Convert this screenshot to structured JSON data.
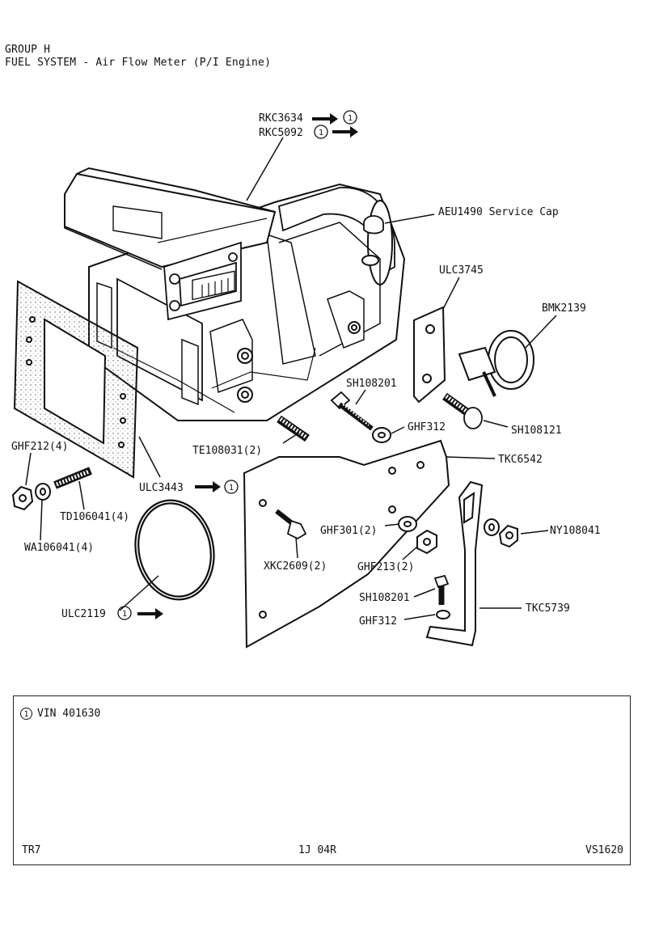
{
  "header": {
    "group": "GROUP H",
    "title": "FUEL SYSTEM - Air Flow Meter (P/I Engine)"
  },
  "callouts": {
    "rkc3634": "RKC3634",
    "rkc5092": "RKC5092",
    "aeu1490": "AEU1490 Service Cap",
    "ulc3745": "ULC3745",
    "bmk2139": "BMK2139",
    "sh108201_top": "SH108201",
    "ghf312_top": "GHF312",
    "sh108121": "SH108121",
    "te108031": "TE108031(2)",
    "tkc6542": "TKC6542",
    "ghf212": "GHF212(4)",
    "ulc3443": "ULC3443",
    "td106041": "TD106041(4)",
    "wa106041": "WA106041(4)",
    "ghf301": "GHF301(2)",
    "ny108041": "NY108041",
    "xkc2609": "XKC2609(2)",
    "ghf213": "GHF213(2)",
    "sh108201_bottom": "SH108201",
    "tkc5739": "TKC5739",
    "ghf312_bottom": "GHF312",
    "ulc2119": "ULC2119"
  },
  "note_marker": "1",
  "note_box": {
    "vin": "VIN 401630",
    "footer_left": "TR7",
    "footer_center": "1J 04R",
    "footer_right": "VS1620"
  }
}
